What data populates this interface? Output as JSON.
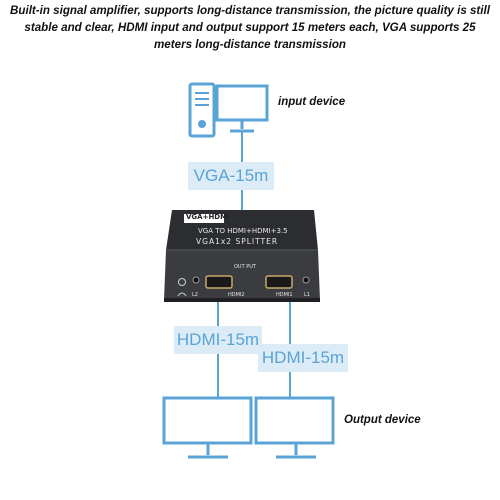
{
  "headline": {
    "line1": "Built-in signal amplifier, supports long-distance transmission, the picture quality is still",
    "line2": "stable and clear, HDMI input and output support 15 meters each, VGA supports 25",
    "line3": "meters long-distance transmission"
  },
  "input_label": "input device",
  "output_label": "Output device",
  "cables": {
    "vga": "VGA-15m",
    "hdmi_left": "HDMI-15m",
    "hdmi_right": "HDMI-15m"
  },
  "device": {
    "logo": "VGA+HDMI",
    "line1": "VGA TO HDMI+HDMI+3.5",
    "line2": "VGA1x2 SPLITTER",
    "output_title": "OUT PUT",
    "port_hdmi2": "HDMI2",
    "port_hdmi1": "HDMI1",
    "port_l2": "L2",
    "port_l1": "L1"
  },
  "colors": {
    "line_blue": "#5aa3d5",
    "tag_bg": "#dcecf6",
    "device_body": "#2b2d30"
  }
}
